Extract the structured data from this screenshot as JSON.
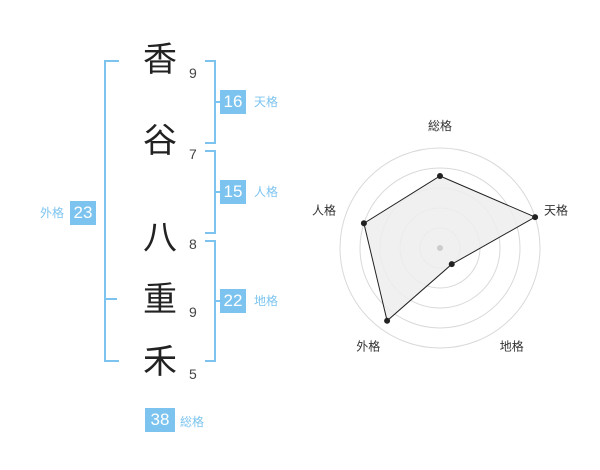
{
  "characters": [
    {
      "char": "香",
      "strokes": "9"
    },
    {
      "char": "谷",
      "strokes": "7"
    },
    {
      "char": "八",
      "strokes": "8"
    },
    {
      "char": "重",
      "strokes": "9"
    },
    {
      "char": "禾",
      "strokes": "5"
    }
  ],
  "kaku": {
    "tenkaku": {
      "value": "16",
      "label": "天格"
    },
    "jinkaku": {
      "value": "15",
      "label": "人格"
    },
    "chikaku": {
      "value": "22",
      "label": "地格"
    },
    "gaikaku": {
      "value": "23",
      "label": "外格"
    },
    "soukaku": {
      "value": "38",
      "label": "総格"
    }
  },
  "colors": {
    "accent": "#7cc4ef",
    "radar_fill": "#ededed",
    "ring": "#d9d9d9",
    "line": "#222222"
  },
  "chart_data": {
    "type": "radar",
    "axes": [
      "総格",
      "天格",
      "地格",
      "外格",
      "人格"
    ],
    "values": [
      0.72,
      1.0,
      0.2,
      0.9,
      0.8
    ],
    "range": [
      0,
      1
    ],
    "rings": 5
  }
}
